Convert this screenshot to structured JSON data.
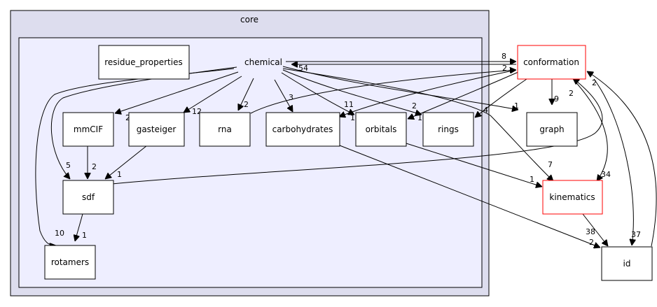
{
  "clusters": {
    "core": "core"
  },
  "nodes": {
    "chemical": "chemical",
    "residue_properties": "residue_properties",
    "mmCIF": "mmCIF",
    "gasteiger": "gasteiger",
    "rna": "rna",
    "carbohydrates": "carbohydrates",
    "orbitals": "orbitals",
    "rings": "rings",
    "sdf": "sdf",
    "rotamers": "rotamers",
    "conformation": "conformation",
    "graph": "graph",
    "kinematics": "kinematics",
    "id": "id"
  },
  "edge_labels": {
    "chemical_to_conformation": "8",
    "conformation_to_chemical": "54",
    "chemical_to_mmCIF": "2",
    "chemical_to_gasteiger": "12",
    "chemical_to_rna": "2",
    "chemical_to_carbohydrates": "3",
    "chemical_to_orbitals": "11",
    "chemical_to_rings": "2",
    "chemical_to_sdf": "5",
    "chemical_to_rotamers": "10",
    "chemical_to_graph": "1",
    "chemical_to_kinematics": "7",
    "mmCIF_to_sdf": "2",
    "gasteiger_to_sdf": "1",
    "sdf_to_rotamers": "1",
    "sdf_to_conformation": "2",
    "rna_to_conformation": "2",
    "carbohydrates_to_id": "2",
    "orbitals_to_kinematics": "1",
    "conformation_to_graph": "9",
    "conformation_to_kinematics": "34",
    "conformation_to_id": "2",
    "conformation_to_carbohydrates": "1",
    "conformation_to_orbitals": "1",
    "conformation_to_rings": "4",
    "kinematics_to_id": "38",
    "id_to_conformation": "37"
  }
}
